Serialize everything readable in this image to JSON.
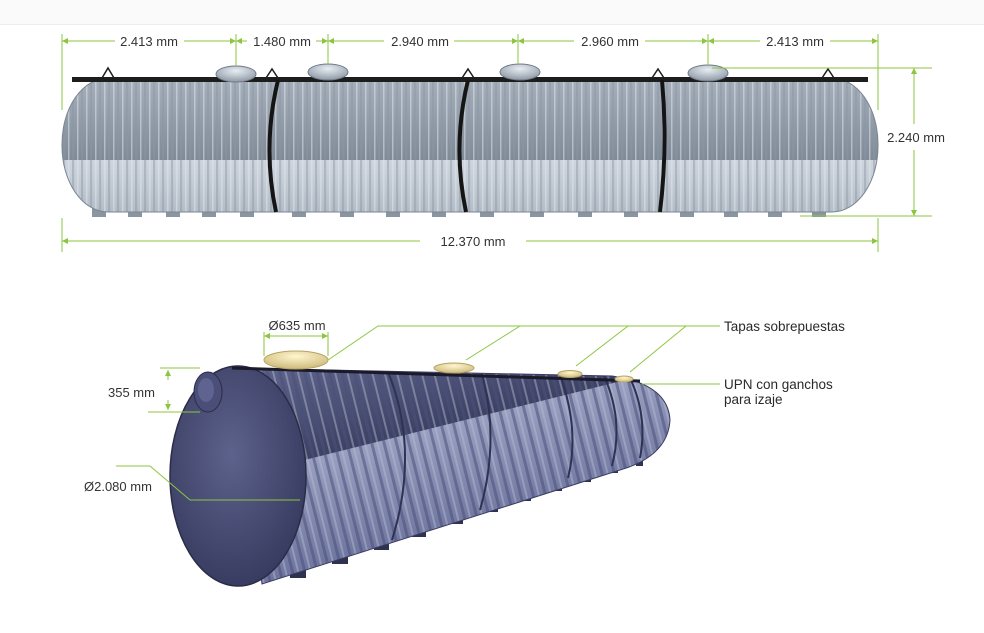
{
  "colors": {
    "dimension_line": "#8cc63f",
    "tank_top_view": "#aeb8c3",
    "tank_perspective": "#6a6f93",
    "lid": "#e8d9a4",
    "strap": "#151515"
  },
  "top_view": {
    "segments": [
      "2.413 mm",
      "1.480 mm",
      "2.940 mm",
      "2.960 mm",
      "2.413 mm"
    ],
    "total_length": "12.370 mm",
    "height": "2.240 mm"
  },
  "perspective_view": {
    "lid_diameter": "Ø635 mm",
    "neck_height": "355 mm",
    "tank_diameter": "Ø2.080 mm",
    "callout_lids": "Tapas sobrepuestas",
    "callout_upn_line1": "UPN con ganchos",
    "callout_upn_line2": "para izaje"
  }
}
